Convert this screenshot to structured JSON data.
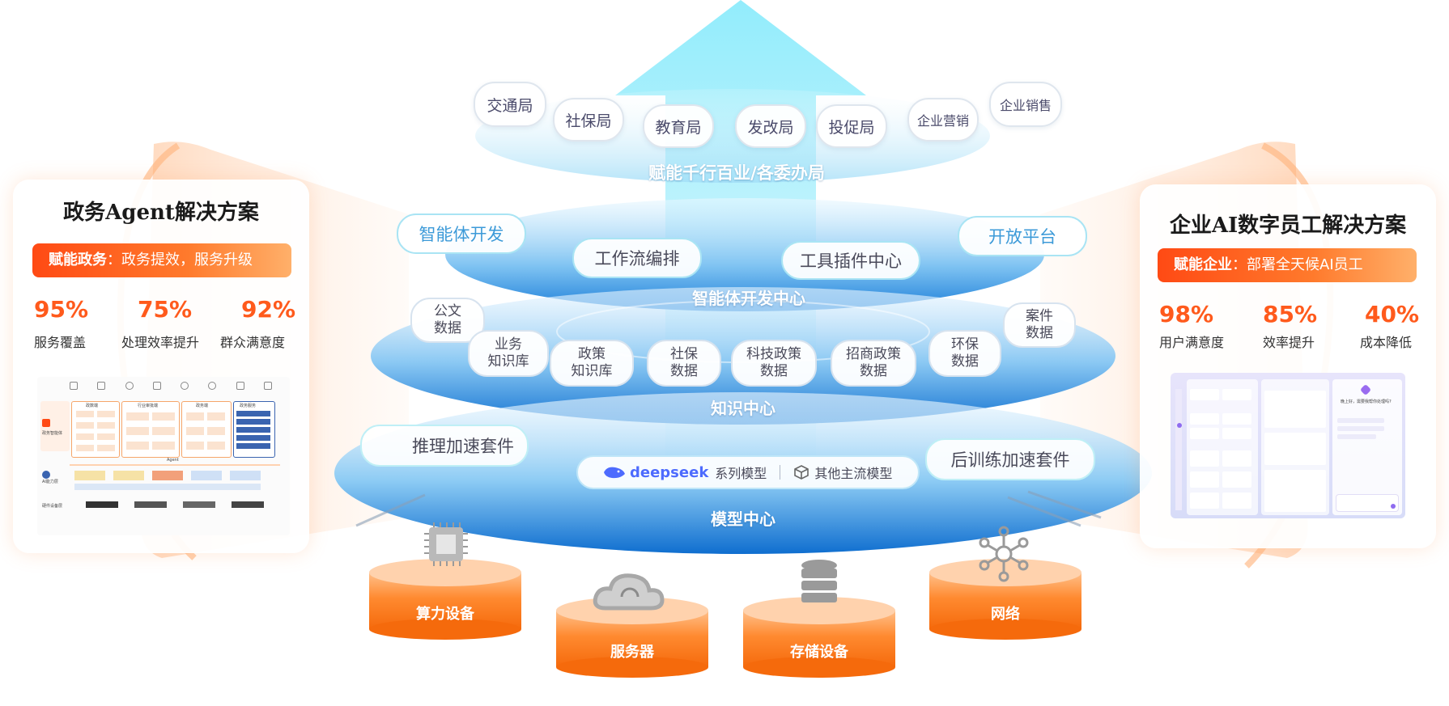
{
  "left_panel": {
    "title": "政务Agent解决方案",
    "banner_key": "赋能政务",
    "banner_text": "：政务提效，服务升级",
    "stats": [
      {
        "value": "95%",
        "label": "服务覆盖"
      },
      {
        "value": "75%",
        "label": "处理效率提升"
      },
      {
        "value": "92%",
        "label": "群众满意度"
      }
    ],
    "mini": {
      "brand": "政务智能体",
      "col_titles": [
        "政数端",
        "行业审批端",
        "政务端",
        "政务服务"
      ],
      "agent_label": "Agent",
      "ability_label": "AI能力层",
      "base_label": "硬件设备层"
    }
  },
  "right_panel": {
    "title": "企业AI数字员工解决方案",
    "banner_key": "赋能企业",
    "banner_text": "：部署全天候AI员工",
    "stats": [
      {
        "value": "98%",
        "label": "用户满意度"
      },
      {
        "value": "85%",
        "label": "效率提升"
      },
      {
        "value": "40%",
        "label": "成本降低"
      }
    ],
    "mini": {
      "greeting": "晚上好，需要我帮你处理吗?"
    }
  },
  "top_layer": {
    "label": "赋能千行百业/各委办局",
    "bubbles": [
      "交通局",
      "社保局",
      "教育局",
      "发改局",
      "投促局",
      "企业营销",
      "企业销售"
    ]
  },
  "agent_layer": {
    "label": "智能体开发中心",
    "pills": [
      "智能体开发",
      "工作流编排",
      "工具插件中心",
      "开放平台"
    ]
  },
  "knowledge_layer": {
    "label": "知识中心",
    "items": [
      "公文\n数据",
      "业务\n知识库",
      "政策\n知识库",
      "社保\n数据",
      "科技政策\n数据",
      "招商政策\n数据",
      "环保\n数据",
      "案件\n数据"
    ]
  },
  "model_layer": {
    "label": "模型中心",
    "left_pill": "推理加速套件",
    "right_pill": "后训练加速套件",
    "deepseek": "deepseek",
    "series": "系列模型",
    "others": "其他主流模型"
  },
  "infra": [
    "算力设备",
    "服务器",
    "存储设备",
    "网络"
  ],
  "colors": {
    "orange": "#ff6a1a",
    "blue_dark": "#0a72d4",
    "blue_light": "#8ad8f8",
    "accent_text": "#ff5a1c"
  }
}
